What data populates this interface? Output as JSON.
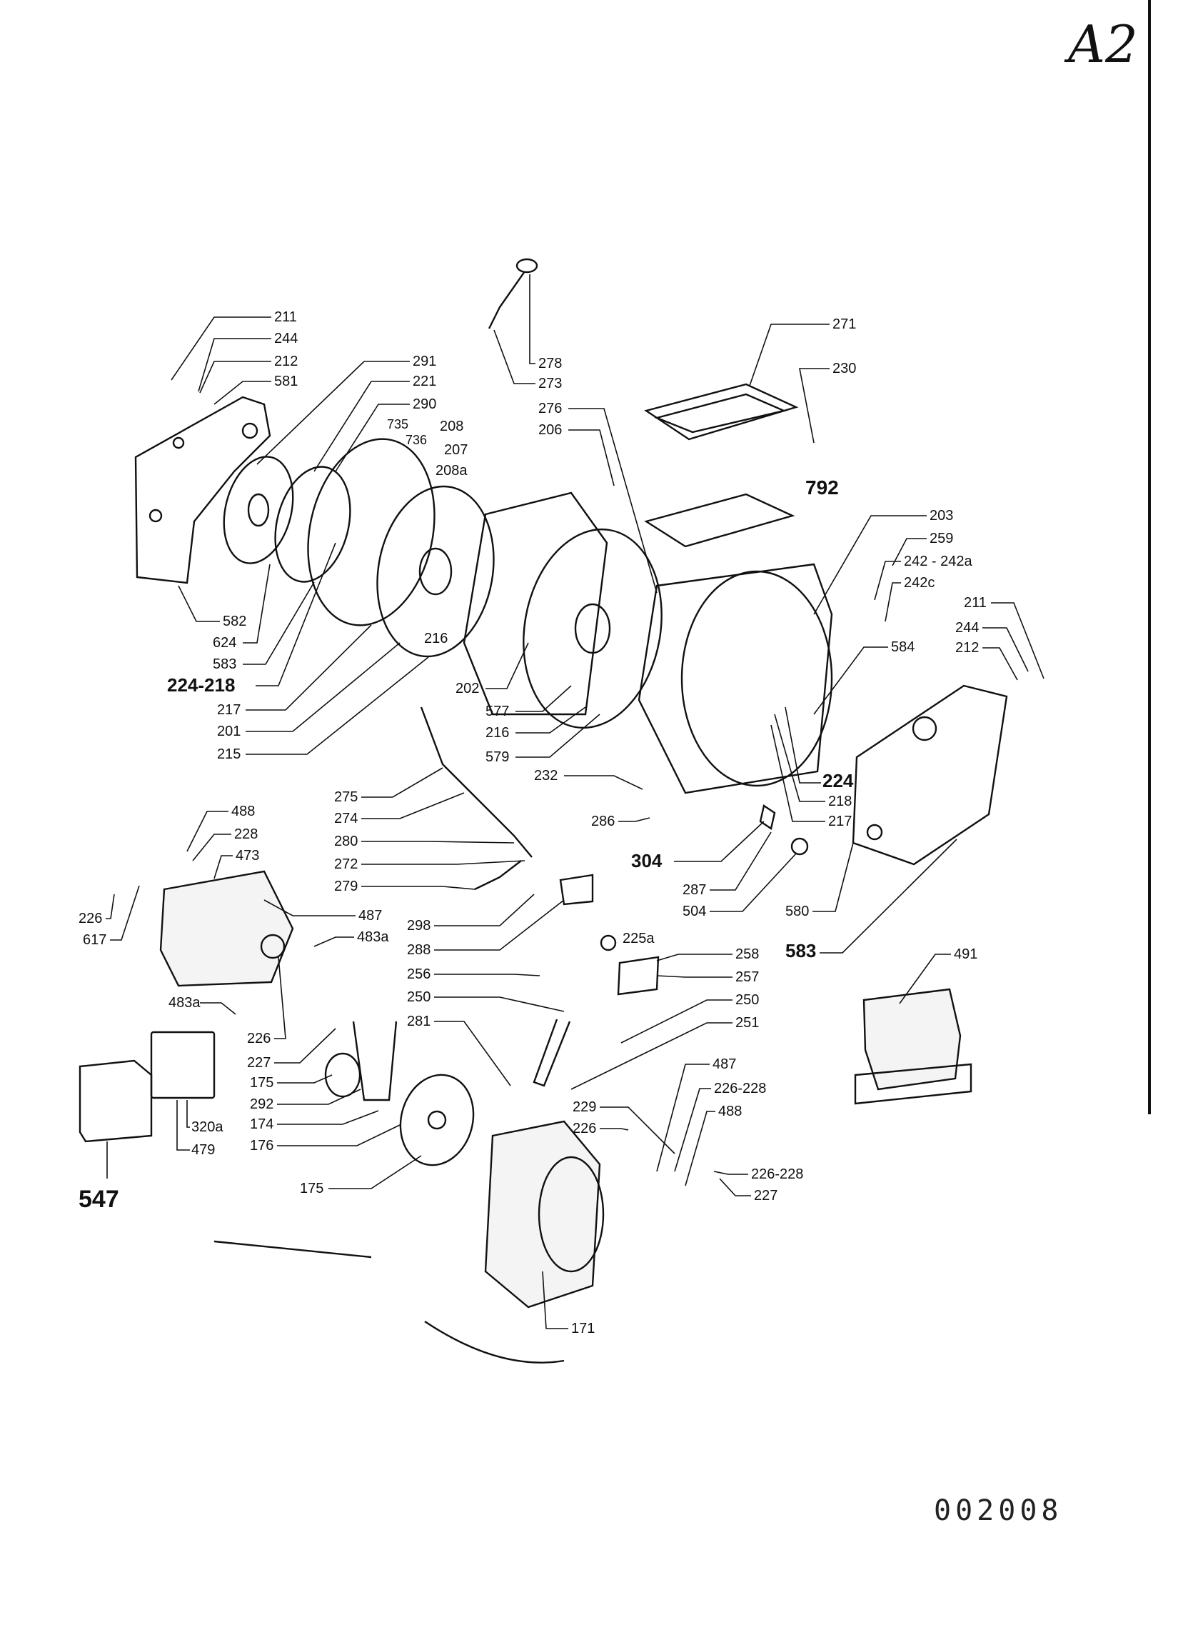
{
  "sheet_tag": "A2",
  "document_code": "002008",
  "callouts": [
    {
      "id": "c211a",
      "text": "211"
    },
    {
      "id": "c244a",
      "text": "244"
    },
    {
      "id": "c212a",
      "text": "212"
    },
    {
      "id": "c581",
      "text": "581"
    },
    {
      "id": "c291",
      "text": "291"
    },
    {
      "id": "c221",
      "text": "221"
    },
    {
      "id": "c290",
      "text": "290"
    },
    {
      "id": "c735",
      "text": "735"
    },
    {
      "id": "c736",
      "text": "736"
    },
    {
      "id": "c208",
      "text": "208"
    },
    {
      "id": "c207",
      "text": "207"
    },
    {
      "id": "c208a",
      "text": "208a"
    },
    {
      "id": "c278",
      "text": "278"
    },
    {
      "id": "c273",
      "text": "273"
    },
    {
      "id": "c276",
      "text": "276"
    },
    {
      "id": "c206",
      "text": "206"
    },
    {
      "id": "c271",
      "text": "271"
    },
    {
      "id": "c230",
      "text": "230"
    },
    {
      "id": "c792",
      "text": "792"
    },
    {
      "id": "c203",
      "text": "203"
    },
    {
      "id": "c259",
      "text": "259"
    },
    {
      "id": "c242",
      "text": "242 - 242a"
    },
    {
      "id": "c242c",
      "text": "242c"
    },
    {
      "id": "c211b",
      "text": "211"
    },
    {
      "id": "c244b",
      "text": "244"
    },
    {
      "id": "c212b",
      "text": "212"
    },
    {
      "id": "c584",
      "text": "584"
    },
    {
      "id": "c582",
      "text": "582"
    },
    {
      "id": "c624",
      "text": "624"
    },
    {
      "id": "c583a",
      "text": "583"
    },
    {
      "id": "c224218",
      "text": "224-218"
    },
    {
      "id": "c217a",
      "text": "217"
    },
    {
      "id": "c201",
      "text": "201"
    },
    {
      "id": "c215",
      "text": "215"
    },
    {
      "id": "c216a",
      "text": "216"
    },
    {
      "id": "c202",
      "text": "202"
    },
    {
      "id": "c577",
      "text": "577"
    },
    {
      "id": "c216b",
      "text": "216"
    },
    {
      "id": "c579",
      "text": "579"
    },
    {
      "id": "c232",
      "text": "232"
    },
    {
      "id": "c224b",
      "text": "224"
    },
    {
      "id": "c218b",
      "text": "218"
    },
    {
      "id": "c217b",
      "text": "217"
    },
    {
      "id": "c275",
      "text": "275"
    },
    {
      "id": "c274",
      "text": "274"
    },
    {
      "id": "c280",
      "text": "280"
    },
    {
      "id": "c272",
      "text": "272"
    },
    {
      "id": "c279",
      "text": "279"
    },
    {
      "id": "c286",
      "text": "286"
    },
    {
      "id": "c304",
      "text": "304"
    },
    {
      "id": "c287",
      "text": "287"
    },
    {
      "id": "c504",
      "text": "504"
    },
    {
      "id": "c580",
      "text": "580"
    },
    {
      "id": "c583b",
      "text": "583"
    },
    {
      "id": "c488a",
      "text": "488"
    },
    {
      "id": "c228",
      "text": "228"
    },
    {
      "id": "c473",
      "text": "473"
    },
    {
      "id": "c487a",
      "text": "487"
    },
    {
      "id": "c483a1",
      "text": "483a"
    },
    {
      "id": "c226a",
      "text": "226"
    },
    {
      "id": "c617",
      "text": "617"
    },
    {
      "id": "c298",
      "text": "298"
    },
    {
      "id": "c288",
      "text": "288"
    },
    {
      "id": "c225a",
      "text": "225a"
    },
    {
      "id": "c258",
      "text": "258"
    },
    {
      "id": "c257",
      "text": "257"
    },
    {
      "id": "c256",
      "text": "256"
    },
    {
      "id": "c250a",
      "text": "250"
    },
    {
      "id": "c250b",
      "text": "250"
    },
    {
      "id": "c281",
      "text": "281"
    },
    {
      "id": "c251",
      "text": "251"
    },
    {
      "id": "c491",
      "text": "491"
    },
    {
      "id": "c483a2",
      "text": "483a"
    },
    {
      "id": "c226b",
      "text": "226"
    },
    {
      "id": "c227a",
      "text": "227"
    },
    {
      "id": "c175a",
      "text": "175"
    },
    {
      "id": "c292",
      "text": "292"
    },
    {
      "id": "c174",
      "text": "174"
    },
    {
      "id": "c176",
      "text": "176"
    },
    {
      "id": "c175b",
      "text": "175"
    },
    {
      "id": "c320a",
      "text": "320a"
    },
    {
      "id": "c479",
      "text": "479"
    },
    {
      "id": "c547",
      "text": "547"
    },
    {
      "id": "c487b",
      "text": "487"
    },
    {
      "id": "c226228a",
      "text": "226-228"
    },
    {
      "id": "c488b",
      "text": "488"
    },
    {
      "id": "c229",
      "text": "229"
    },
    {
      "id": "c226c",
      "text": "226"
    },
    {
      "id": "c226228b",
      "text": "226-228"
    },
    {
      "id": "c227b",
      "text": "227"
    },
    {
      "id": "c171",
      "text": "171"
    }
  ]
}
